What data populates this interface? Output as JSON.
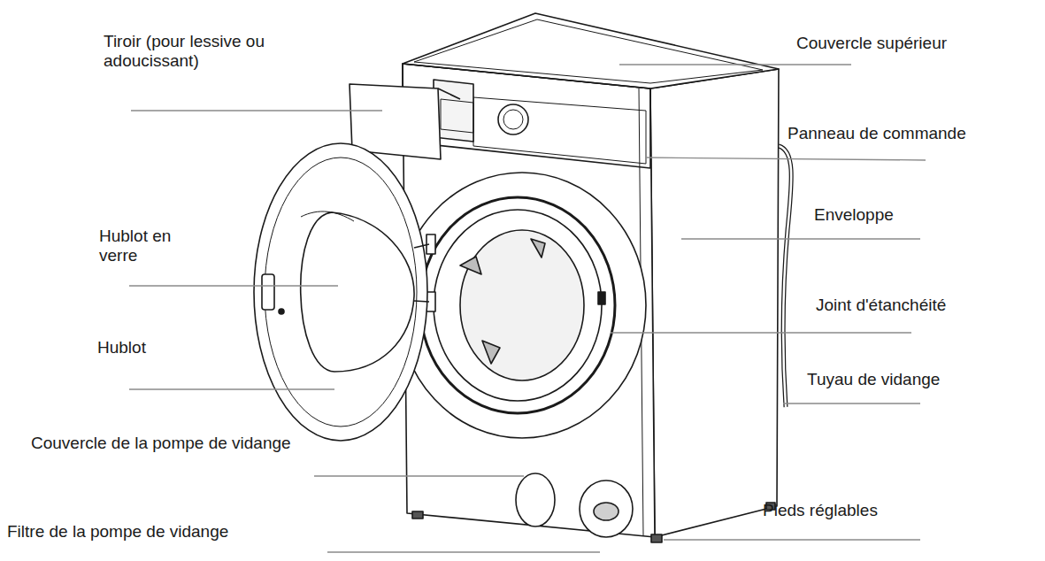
{
  "diagram": {
    "labels": [
      "Tiroir (pour lessive ou adoucissant)",
      "Couvercle supérieur",
      "Panneau de commande",
      "Enveloppe",
      "Hublot en verre",
      "Joint d'étanchéité",
      "Hublot",
      "Tuyau de vidange",
      "Couvercle de la pompe de vidange",
      "Pieds réglables",
      "Filtre de la pompe de vidange"
    ]
  }
}
